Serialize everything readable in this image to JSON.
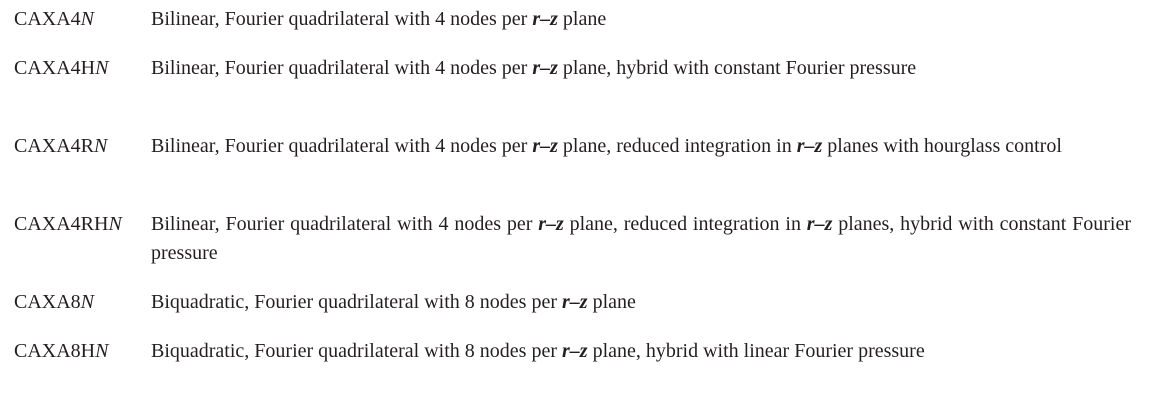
{
  "elements": [
    {
      "code_base": "CAXA4",
      "code_suffix": "N",
      "desc_parts": [
        "Bilinear, Fourier quadrilateral with 4 nodes per ",
        "r–z",
        " plane"
      ]
    },
    {
      "code_base": "CAXA4H",
      "code_suffix": "N",
      "desc_parts": [
        "Bilinear, Fourier quadrilateral with 4 nodes per ",
        "r–z",
        " plane, hybrid with constant Fourier pressure"
      ]
    },
    {
      "code_base": "CAXA4R",
      "code_suffix": "N",
      "desc_parts": [
        "Bilinear, Fourier quadrilateral with 4 nodes per ",
        "r–z",
        " plane, reduced integration in ",
        "r–z",
        " planes with hourglass control"
      ]
    },
    {
      "code_base": "CAXA4RH",
      "code_suffix": "N",
      "desc_parts": [
        "Bilinear, Fourier quadrilateral with 4 nodes per ",
        "r–z",
        " plane, reduced integration in ",
        "r–z",
        " planes, hybrid with constant Fourier pressure"
      ]
    },
    {
      "code_base": "CAXA8",
      "code_suffix": "N",
      "desc_parts": [
        "Biquadratic, Fourier quadrilateral with 8 nodes per ",
        "r–z",
        " plane"
      ]
    },
    {
      "code_base": "CAXA8H",
      "code_suffix": "N",
      "desc_parts": [
        "Biquadratic, Fourier quadrilateral with 8 nodes per ",
        "r–z",
        " plane, hybrid with linear Fourier pressure"
      ]
    }
  ]
}
